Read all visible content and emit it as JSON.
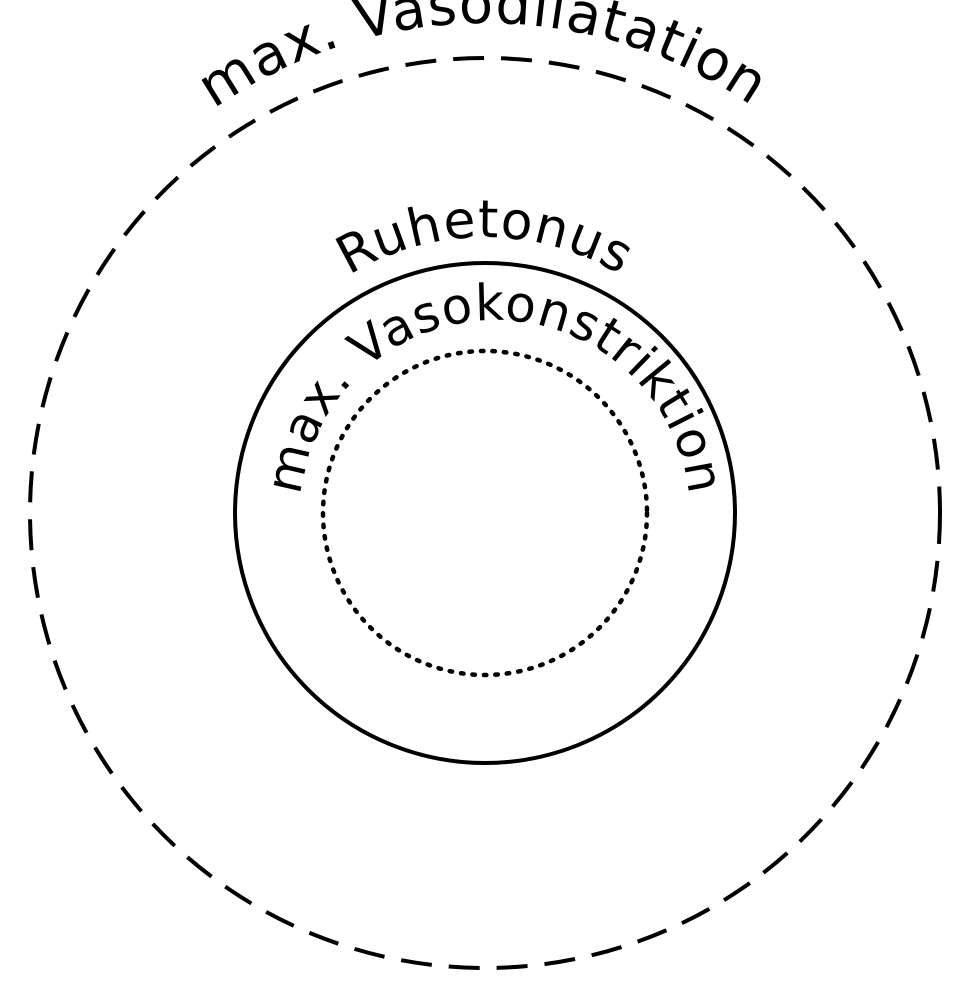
{
  "diagram": {
    "outer_label": "max. Vasodilatation",
    "middle_label": "Ruhetonus",
    "inner_label": "max. Vasokonstriktion",
    "stroke_color": "#000000",
    "background_color": "#ffffff",
    "outer_style": "dashed",
    "middle_style": "solid",
    "inner_style": "dotted"
  }
}
